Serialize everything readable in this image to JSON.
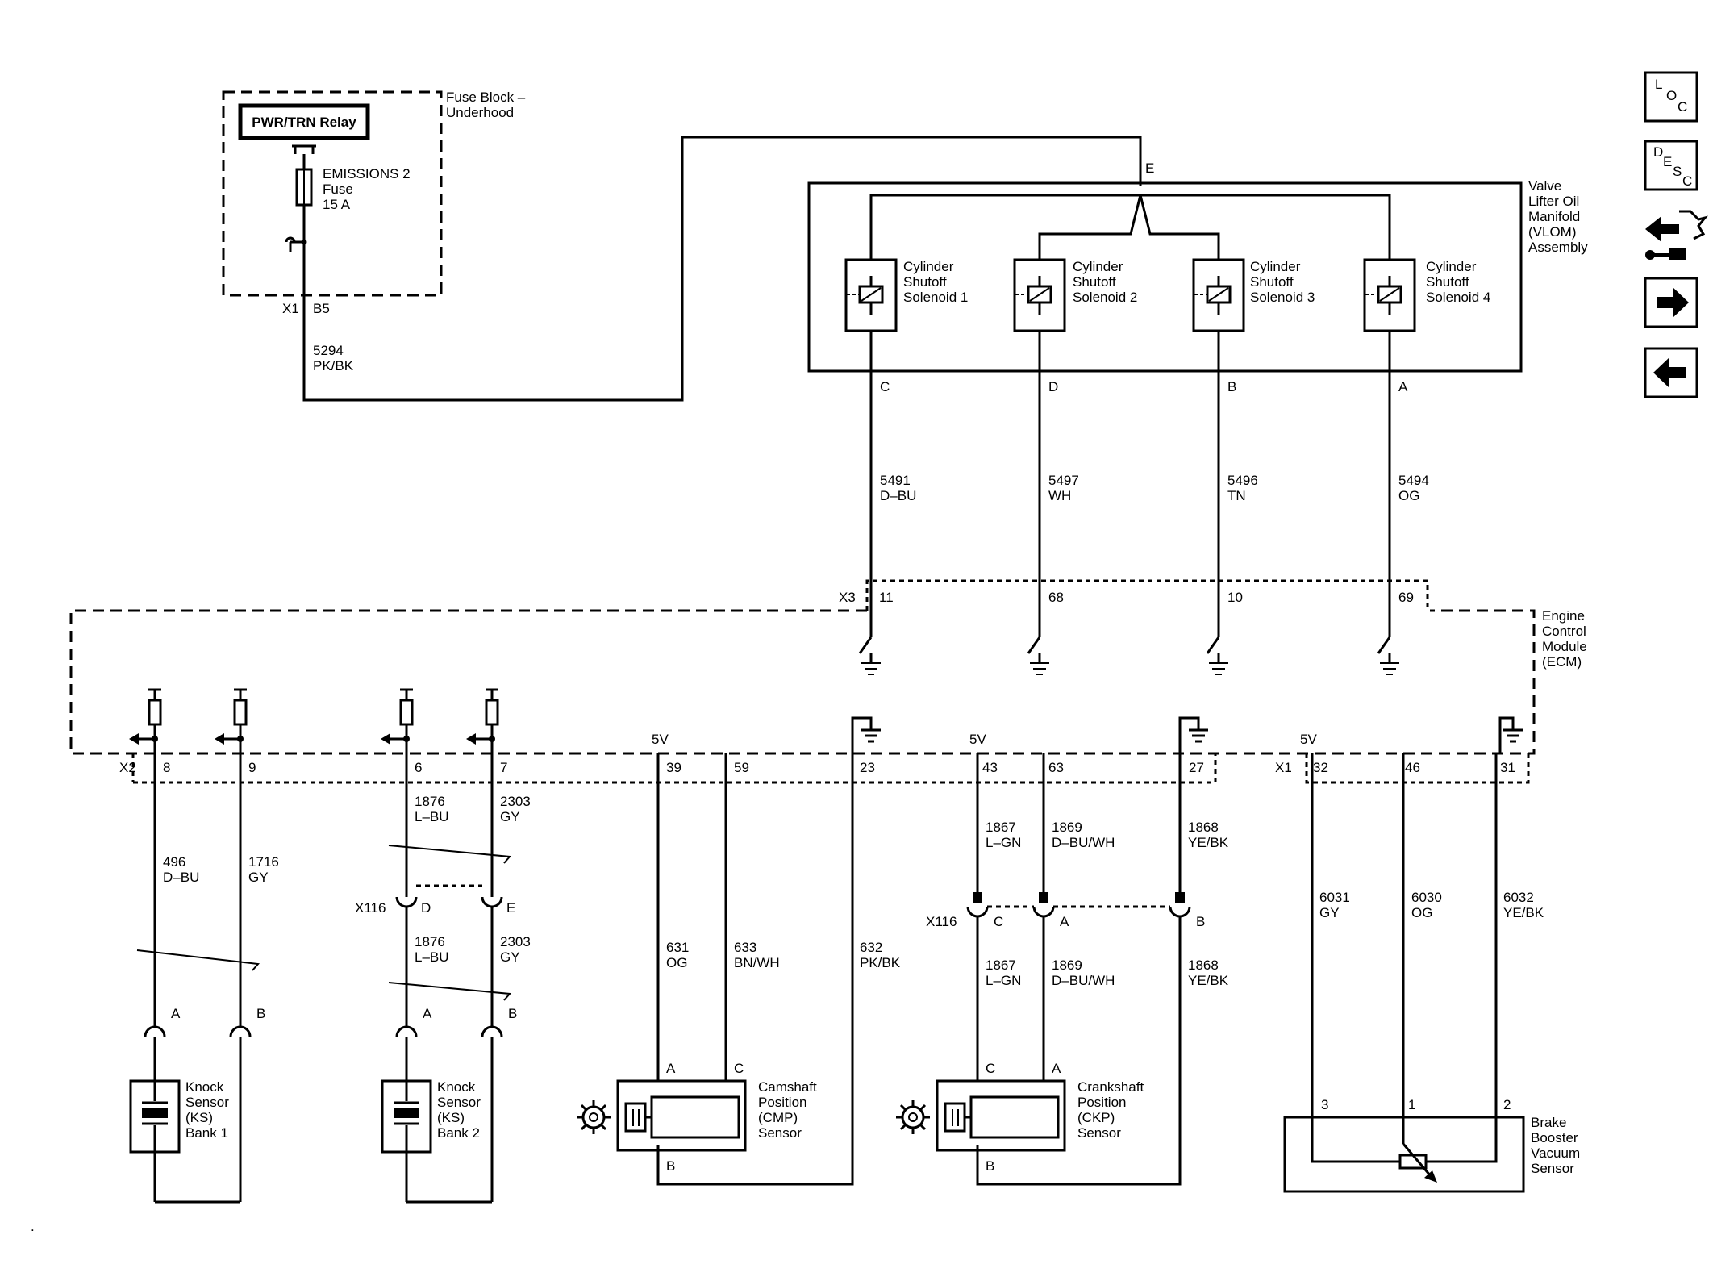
{
  "components": {
    "fuse_block": "Fuse Block –\nUnderhood",
    "relay": "PWR/TRN Relay",
    "fuse": "EMISSIONS 2\nFuse\n15 A",
    "fuse_connector": "X1",
    "fuse_pin": "B5",
    "fuse_wire": "5294\nPK/BK",
    "vlom": "Valve\nLifter Oil\nManifold\n(VLOM)\nAssembly",
    "splice": "E",
    "ecm": "Engine\nControl\nModule\n(ECM)"
  },
  "solenoids": [
    {
      "label": "Cylinder\nShutoff\nSolenoid 1",
      "pin": "C",
      "wire": "5491\nD–BU",
      "ecm_pin": "11"
    },
    {
      "label": "Cylinder\nShutoff\nSolenoid 2",
      "pin": "D",
      "wire": "5497\nWH",
      "ecm_pin": "68"
    },
    {
      "label": "Cylinder\nShutoff\nSolenoid 3",
      "pin": "B",
      "wire": "5496\nTN",
      "ecm_pin": "10"
    },
    {
      "label": "Cylinder\nShutoff\nSolenoid 4",
      "pin": "A",
      "wire": "5494\nOG",
      "ecm_pin": "69"
    }
  ],
  "ecm_connectors": {
    "x3": "X3",
    "x2": "X2",
    "x1": "X1",
    "five_volt": "5V"
  },
  "ecm_pins": [
    "8",
    "9",
    "6",
    "7",
    "39",
    "59",
    "23",
    "43",
    "63",
    "27",
    "32",
    "46",
    "31"
  ],
  "wires": {
    "ks1_a": "496\nD–BU",
    "ks1_b": "1716\nGY",
    "ks2_a_top": "1876\nL–BU",
    "ks2_b_top": "2303\nGY",
    "ks2_a_bot": "1876\nL–BU",
    "ks2_b_bot": "2303\nGY",
    "cmp_a": "631\nOG",
    "cmp_c": "633\nBN/WH",
    "cmp_b": "632\nPK/BK",
    "ckp_c_top": "1867\nL–GN",
    "ckp_a_top": "1869\nD–BU/WH",
    "ckp_b_top": "1868\nYE/BK",
    "ckp_c_bot": "1867\nL–GN",
    "ckp_a_bot": "1869\nD–BU/WH",
    "ckp_b_bot": "1868\nYE/BK",
    "bbv_3": "6031\nGY",
    "bbv_1": "6030\nOG",
    "bbv_2": "6032\nYE/BK"
  },
  "inline": {
    "x116": "X116",
    "ks2_pin_a": "D",
    "ks2_pin_b": "E",
    "ckp_pin_c": "C",
    "ckp_pin_a": "A",
    "ckp_pin_b": "B"
  },
  "sensors": {
    "ks1": "Knock\nSensor\n(KS)\nBank 1",
    "ks1_pin_a": "A",
    "ks1_pin_b": "B",
    "ks2": "Knock\nSensor\n(KS)\nBank 2",
    "ks2_pin_a": "A",
    "ks2_pin_b": "B",
    "cmp": "Camshaft\nPosition\n(CMP)\nSensor",
    "cmp_pin_a": "A",
    "cmp_pin_c": "C",
    "cmp_pin_b": "B",
    "ckp": "Crankshaft\nPosition\n(CKP)\nSensor",
    "ckp_pin_c": "C",
    "ckp_pin_a": "A",
    "ckp_pin_b": "B",
    "bbv": "Brake\nBooster\nVacuum\nSensor",
    "bbv_pin_3": "3",
    "bbv_pin_1": "1",
    "bbv_pin_2": "2"
  },
  "nav": {
    "loc": [
      "L",
      "O",
      "C"
    ],
    "desc": [
      "D",
      "E",
      "S",
      "C"
    ]
  },
  "footer_mark": "."
}
